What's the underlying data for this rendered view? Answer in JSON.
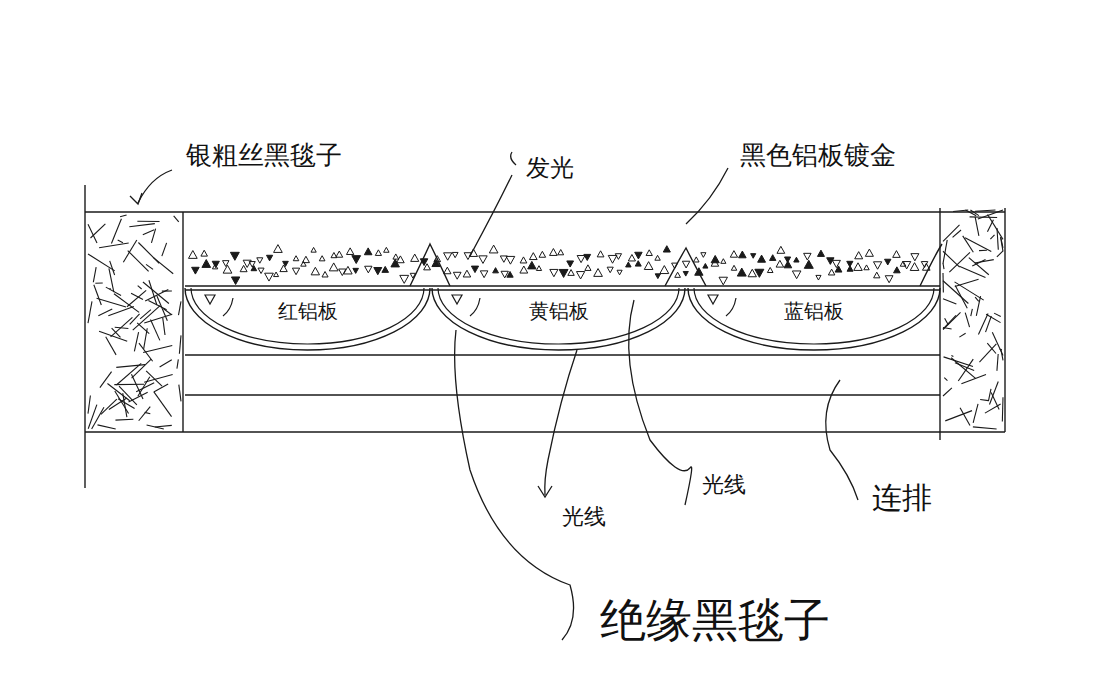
{
  "diagram": {
    "nodes": [
      {
        "text": [
          "红铝板"
        ]
      },
      {
        "text": [
          "黄铝板"
        ]
      },
      {
        "text": [
          "蓝铝板"
        ]
      }
    ],
    "labels": [
      "银粗丝黑毯子",
      "发光",
      "黑色铝板镀金",
      "光线",
      "光线",
      "连排",
      "绝缘黑毯子"
    ]
  }
}
